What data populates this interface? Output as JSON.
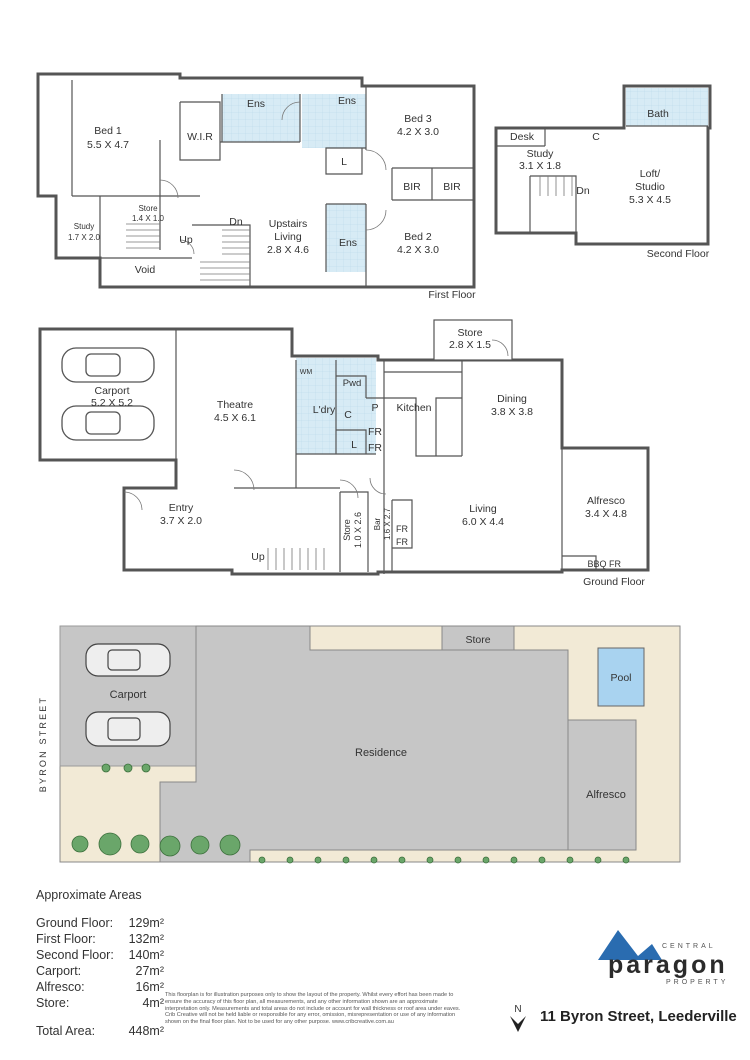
{
  "first_floor": {
    "title": "First Floor",
    "rooms": {
      "bed1": "Bed 1",
      "bed1_size": "5.5 X 4.7",
      "wir": "W.I.R",
      "ens_top": "Ens",
      "ens_small": "Ens",
      "bed3": "Bed 3",
      "bed3_size": "4.2 X 3.0",
      "linen": "L",
      "bir1": "BIR",
      "bir2": "BIR",
      "study": "Study",
      "study_size": "1.7 X 2.0",
      "store": "Store",
      "store_size": "1.4 X 1.0",
      "up": "Up",
      "dn": "Dn",
      "living": "Upstairs",
      "living2": "Living",
      "living_size": "2.8 X 4.6",
      "ens2": "Ens",
      "bed2": "Bed 2",
      "bed2_size": "4.2 X 3.0",
      "void": "Void"
    }
  },
  "second_floor": {
    "title": "Second Floor",
    "rooms": {
      "bath": "Bath",
      "desk": "Desk",
      "c": "C",
      "study": "Study",
      "study_size": "3.1 X 1.8",
      "dn": "Dn",
      "loft": "Loft/",
      "loft2": "Studio",
      "loft_size": "5.3 X 4.5"
    }
  },
  "ground_floor": {
    "title": "Ground Floor",
    "rooms": {
      "carport": "Carport",
      "carport_size": "5.2 X 5.2",
      "theatre": "Theatre",
      "theatre_size": "4.5 X 6.1",
      "wm": "WM",
      "pwd": "Pwd",
      "ldry": "L'dry",
      "c": "C",
      "l": "L",
      "p": "P",
      "fr1": "FR",
      "fr2": "FR",
      "kitchen": "Kitchen",
      "store": "Store",
      "store_size": "2.8 X 1.5",
      "dining": "Dining",
      "dining_size": "3.8 X 3.8",
      "entry": "Entry",
      "entry_size": "3.7 X 2.0",
      "store2": "Store",
      "store2_size": "1.0 X 2.6",
      "bar": "Bar",
      "bar_size": "1.6 X 2.7",
      "fr3": "FR",
      "fr4": "FR",
      "living": "Living",
      "living_size": "6.0 X 4.4",
      "alfresco": "Alfresco",
      "alfresco_size": "3.4 X 4.8",
      "bbq": "BBQ",
      "fr5": "FR",
      "up": "Up"
    }
  },
  "site_plan": {
    "street": "BYRON STREET",
    "carport": "Carport",
    "store": "Store",
    "pool": "Pool",
    "residence": "Residence",
    "alfresco": "Alfresco"
  },
  "areas": {
    "title": "Approximate Areas",
    "rows": [
      {
        "label": "Ground Floor:",
        "value": "129m²"
      },
      {
        "label": "First Floor:",
        "value": "132m²"
      },
      {
        "label": "Second Floor:",
        "value": "140m²"
      },
      {
        "label": "Carport:",
        "value": "27m²"
      },
      {
        "label": "Alfresco:",
        "value": "16m²"
      },
      {
        "label": "Store:",
        "value": "4m²"
      }
    ],
    "total_label": "Total Area:",
    "total_value": "448m²"
  },
  "disclaimer": "This floorplan is for illustration purposes only to show the layout of the property. Whilst every effort has been made to ensure the accuracy of this floor plan, all measurements, and any other information shown are an approximate interpretation only. Measurements and total areas do not include or account for wall thickness or roof area under eaves. Crib Creative will not be held liable or responsible for any error, omission, misrepresentation or use of any information shown on the final floor plan. Not to be used for any other purpose. www.cribcreative.com.au",
  "north": "N",
  "address": "11 Byron Street, Leederville",
  "logo": {
    "top": "CENTRAL",
    "main": "paragon",
    "bottom": "PROPERTY"
  },
  "colors": {
    "wall": "#555555",
    "wet_area": "#d7ebf5",
    "site_grey": "#c6c6c6",
    "site_beige": "#f2ead6",
    "pool": "#a9d3f0",
    "tree": "#6aa66a",
    "logo_accent": "#2a6cb0"
  }
}
